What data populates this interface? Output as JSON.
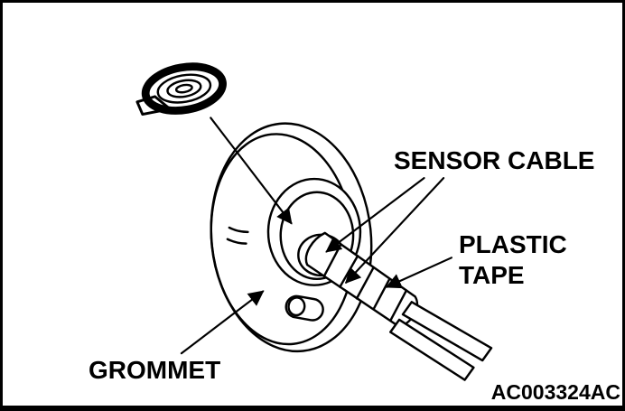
{
  "frame": {
    "background": "#ffffff",
    "border_color": "#000000"
  },
  "diagram": {
    "type": "technical-line-illustration",
    "subject": "Sensor cable routed through a grommet and secured with plastic tape",
    "line_color": "#000000",
    "labels": {
      "sensor_cable": "SENSOR CABLE",
      "plastic": "PLASTIC",
      "tape": "TAPE",
      "grommet": "GROMMET",
      "figure_code": "AC003324AC"
    },
    "drawn_parts": [
      "tape-roll",
      "grommet-body",
      "grommet-hole",
      "taped-cable-section",
      "sensor-cable-ends"
    ]
  }
}
